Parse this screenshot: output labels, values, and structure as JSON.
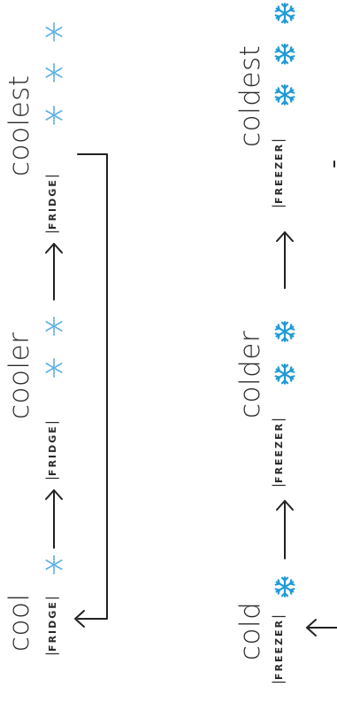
{
  "fridge": {
    "cool": {
      "word": "cool",
      "tag": "FRIDGE"
    },
    "cooler": {
      "word": "cooler",
      "tag": "FRIDGE"
    },
    "coolest": {
      "word": "coolest",
      "tag": "FRIDGE"
    }
  },
  "freezer": {
    "cold": {
      "word": "cold",
      "tag": "FREEZER"
    },
    "colder": {
      "word": "colder",
      "tag": "FREEZER"
    },
    "coldest": {
      "word": "coldest",
      "tag": "FREEZER"
    }
  },
  "colors": {
    "text": "#2a2a2a",
    "fridge_snowflake": "#5aaee0",
    "freezer_snowflake": "#1e9ad6",
    "line": "#222222"
  },
  "icons": {
    "fridge_snowflake_count": {
      "cool": 1,
      "cooler": 2,
      "coolest": 3
    },
    "freezer_snowflake_count": {
      "cold": 1,
      "colder": 2,
      "coldest": 3
    }
  }
}
